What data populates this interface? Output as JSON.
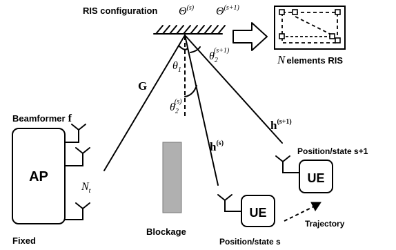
{
  "ris_config": {
    "label": "RIS configuration",
    "theta_s": "Θ",
    "theta_s_sup": "(s)",
    "theta_s1": "Θ",
    "theta_s1_sup": "(s+1)"
  },
  "ris_elements": {
    "n": "N",
    "label": "elements RIS"
  },
  "channel_G": "G",
  "angles": {
    "theta1": "θ",
    "theta1_sub": "1",
    "theta2_top": "θ",
    "theta2_top_sub": "2",
    "theta2_top_sup": "(s+1)",
    "theta2_mid": "θ",
    "theta2_mid_sub": "2",
    "theta2_mid_sup": "(s)"
  },
  "beamformer": {
    "label": "Beamformer",
    "symbol": "f"
  },
  "ap": {
    "label": "AP",
    "caption": "Fixed",
    "nt": "N",
    "nt_sub": "t"
  },
  "blockage_label": "Blockage",
  "channel_h_s": {
    "h": "h",
    "sup": "(s)"
  },
  "channel_h_s1": {
    "h": "h",
    "sup": "(s+1)"
  },
  "ue_s": {
    "label": "UE",
    "caption": "Position/state s"
  },
  "ue_s1": {
    "label": "UE",
    "caption": "Position/state s+1"
  },
  "trajectory_label": "Trajectory",
  "colors": {
    "lines": "#000000",
    "blockage_fill": "#b0b0b0",
    "blockage_stroke": "#7a7a7a",
    "background": "#ffffff"
  }
}
